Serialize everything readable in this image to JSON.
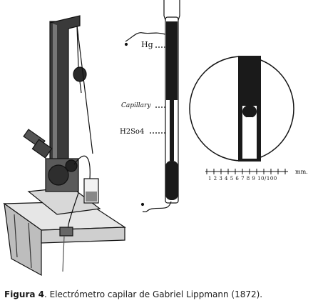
{
  "figure": {
    "labels": {
      "hg": "Hg",
      "capillary": "Capillary",
      "h2so4": "H2So4",
      "scale_numbers": "1 2 3 4 5 6 7 8 9 10/100",
      "scale_unit": "mm."
    }
  },
  "caption": {
    "prefix": "Figura 4",
    "text": ". Electrómetro capilar de Gabriel Lippmann (1872)."
  }
}
